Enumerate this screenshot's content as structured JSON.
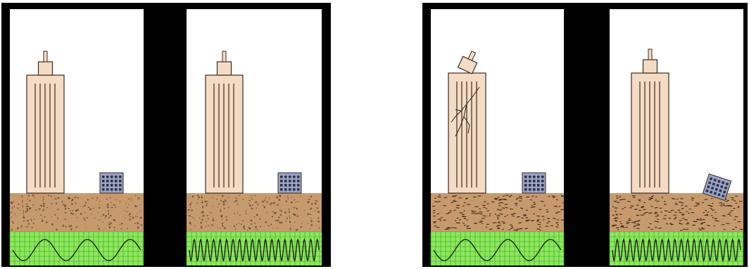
{
  "figure": {
    "background": "#ffffff",
    "frame_color": "#000000",
    "sky_color": "#ffffff",
    "soil_color": "#c79a6e",
    "soil_speck_color": "#3a2a1a",
    "graph_color": "#8ee85a",
    "graph_grid_color": "#2f9e2f",
    "wave_color": "#1a1a1a",
    "tall_building_color": "#f4dcc4",
    "building_outline": "#3a2a20",
    "small_building_color": "#9aa3c4",
    "crack_color": "#222222"
  },
  "groups": [
    {
      "name": "group-left",
      "panels": [
        {
          "name": "panel-1",
          "wave": "low-frequency",
          "cycles": 3,
          "tall_building": "intact",
          "small_building": "intact"
        },
        {
          "name": "panel-2",
          "wave": "high-frequency",
          "cycles": 20,
          "tall_building": "intact",
          "small_building": "intact"
        }
      ]
    },
    {
      "name": "group-right",
      "panels": [
        {
          "name": "panel-3",
          "wave": "low-frequency",
          "cycles": 3,
          "tall_building": "damaged",
          "small_building": "intact"
        },
        {
          "name": "panel-4",
          "wave": "high-frequency",
          "cycles": 20,
          "tall_building": "intact",
          "small_building": "damaged"
        }
      ]
    }
  ]
}
